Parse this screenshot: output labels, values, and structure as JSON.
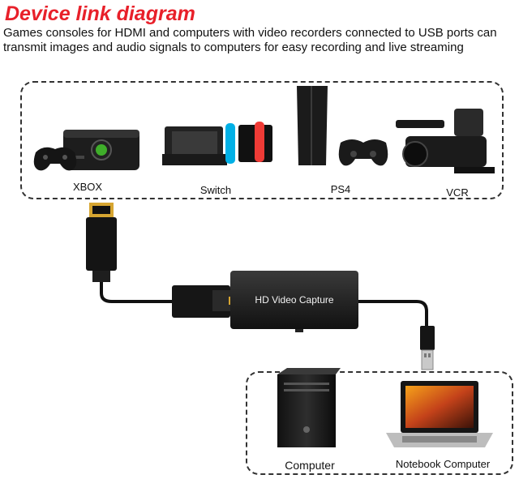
{
  "header": {
    "title": "Device link diagram",
    "subtitle": "Games consoles for HDMI and computers with video recorders connected to USB ports can transmit images and audio signals to computers for easy recording and live streaming"
  },
  "sources": [
    {
      "label": "XBOX"
    },
    {
      "label": "Switch"
    },
    {
      "label": "PS4"
    },
    {
      "label": "VCR"
    }
  ],
  "capture": {
    "label": "HD Video Capture"
  },
  "targets": [
    {
      "label": "Computer"
    },
    {
      "label": "Notebook Computer"
    }
  ],
  "colors": {
    "title": "#e8202a",
    "switch_left_joycon": "#00b0e6",
    "switch_right_joycon": "#ef3b36",
    "xbox_logo": "#3fae2a",
    "hdmi_tip": "#d6a531"
  }
}
